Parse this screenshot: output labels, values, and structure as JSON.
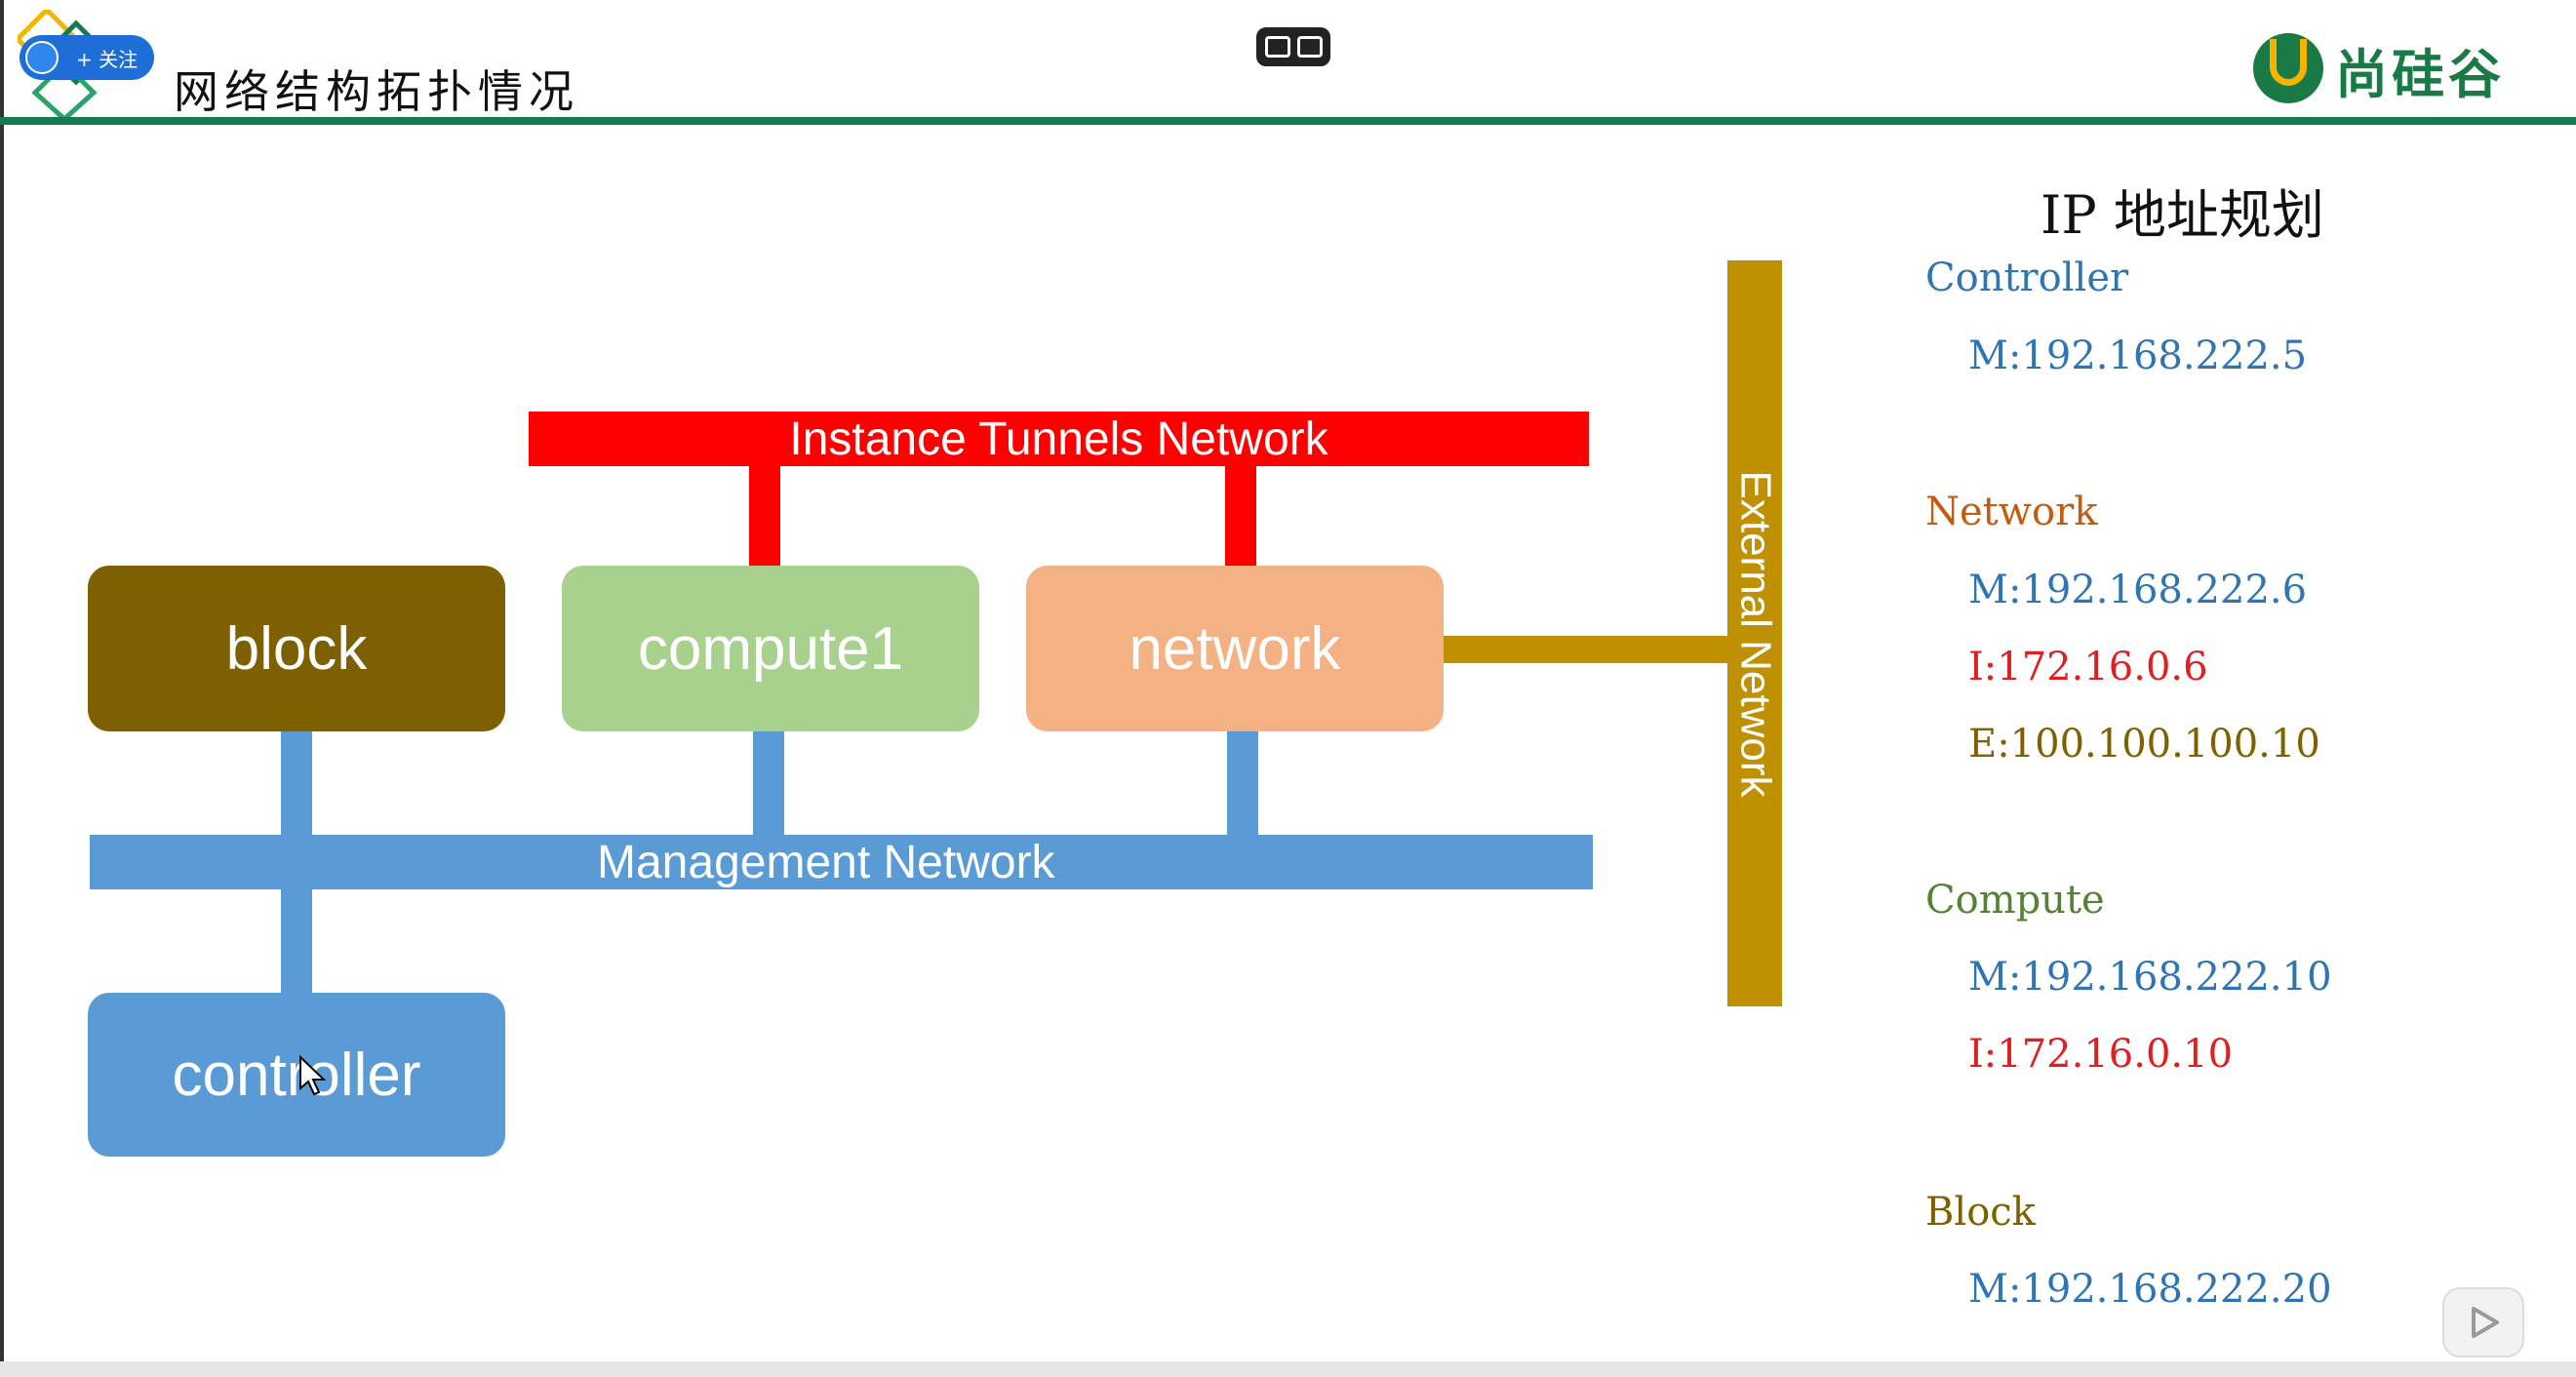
{
  "header": {
    "title": "网络结构拓扑情况",
    "follow_label": "+ 关注",
    "brand_name": "尚硅谷"
  },
  "diagram": {
    "networks": {
      "tunnel": "Instance Tunnels Network",
      "management": "Management Network",
      "external": "External Network"
    },
    "nodes": {
      "block": "block",
      "compute": "compute1",
      "network": "network",
      "controller": "controller"
    }
  },
  "ip_plan": {
    "title": "IP 地址规划",
    "controller": {
      "name": "Controller",
      "lines": [
        "M:192.168.222.5"
      ]
    },
    "network": {
      "name": "Network",
      "lines": [
        "M:192.168.222.6",
        "I:172.16.0.6",
        "E:100.100.100.10"
      ]
    },
    "compute": {
      "name": "Compute",
      "lines": [
        "M:192.168.222.10",
        "I:172.16.0.10"
      ]
    },
    "block": {
      "name": "Block",
      "lines": [
        "M:192.168.222.20"
      ]
    }
  },
  "colors": {
    "tunnel": "#ff0000",
    "management": "#5b9bd5",
    "external": "#bf9000",
    "block_node": "#7f6000",
    "compute_node": "#a9d18e",
    "network_node": "#f4b183",
    "controller_node": "#5b9bd5",
    "ip_management": "#2e75b6",
    "ip_internal": "#e02020",
    "ip_external": "#806000",
    "heading_controller": "#2e75b6",
    "heading_network": "#c55a11",
    "heading_compute": "#548235",
    "heading_block": "#7f6000",
    "brand": "#1a7a45"
  }
}
